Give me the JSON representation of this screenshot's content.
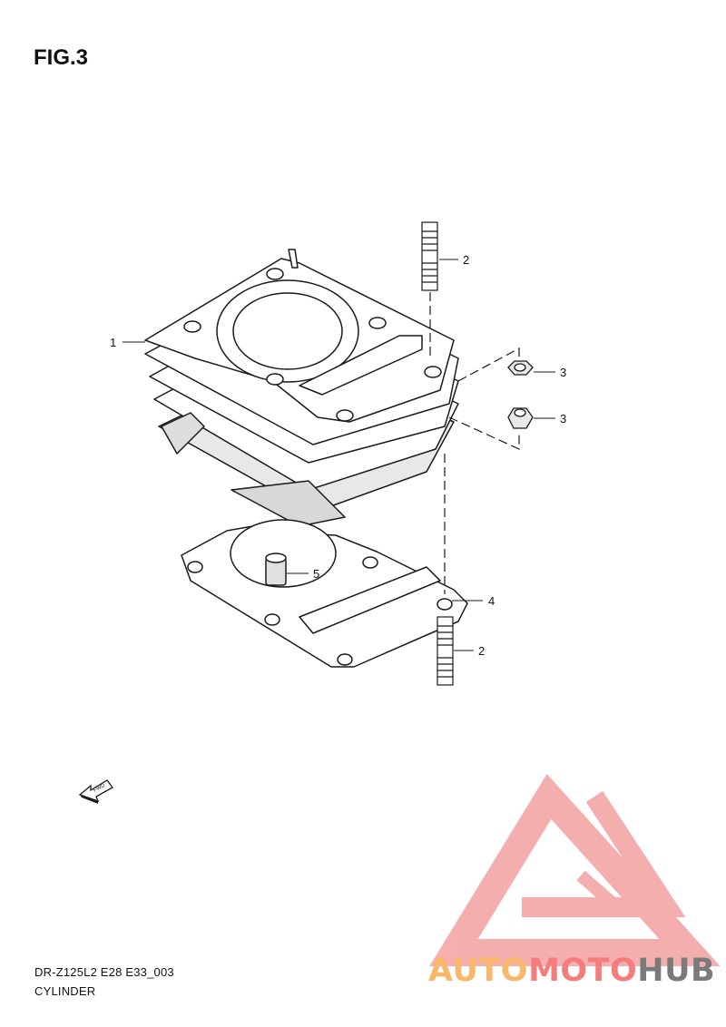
{
  "figure": {
    "title": "FIG.3"
  },
  "callouts": [
    {
      "ref": "1"
    },
    {
      "ref": "2"
    },
    {
      "ref": "3"
    },
    {
      "ref": "3"
    },
    {
      "ref": "4"
    },
    {
      "ref": "2"
    },
    {
      "ref": "5"
    }
  ],
  "fwd_arrow": {
    "label": "FWD",
    "icon": "fwd-arrow-icon"
  },
  "footer": {
    "code": "DR-Z125L2 E28 E33_003",
    "name": "CYLINDER"
  },
  "watermark": {
    "parts": [
      {
        "text": "AUTO",
        "color": "#f7b86a"
      },
      {
        "text": "MOTO",
        "color": "#f47c7c"
      },
      {
        "text": "HUB",
        "color": "#7a7a7a"
      }
    ],
    "logo_color": "#f47c7c",
    "icon": "automotohub-logo-icon"
  },
  "colors": {
    "line": "#1a1a1a",
    "shade": "#c8c8c8",
    "background": "#ffffff"
  }
}
